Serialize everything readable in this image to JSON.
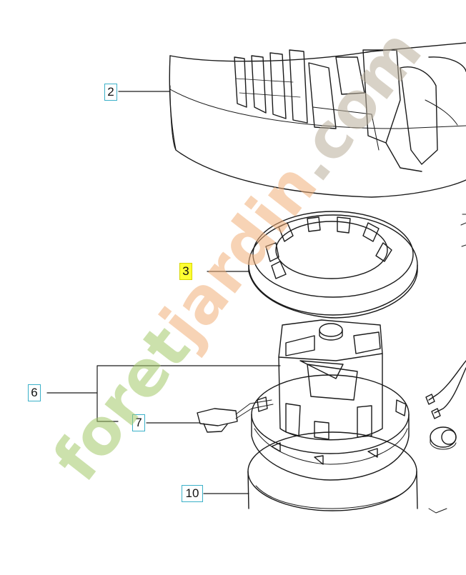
{
  "callouts": {
    "c2": "2",
    "c3": "3",
    "c6": "6",
    "c7": "7",
    "c10": "10"
  },
  "watermark": {
    "part1": "foret",
    "part2": "jardin",
    "part3": ".com",
    "colors": [
      "#a4c96a",
      "#f2b07a",
      "#b9ae9a"
    ]
  },
  "colors": {
    "line": "#1a1a1a",
    "callout_border": "#3ab0c8",
    "highlight": "#ffff33"
  }
}
